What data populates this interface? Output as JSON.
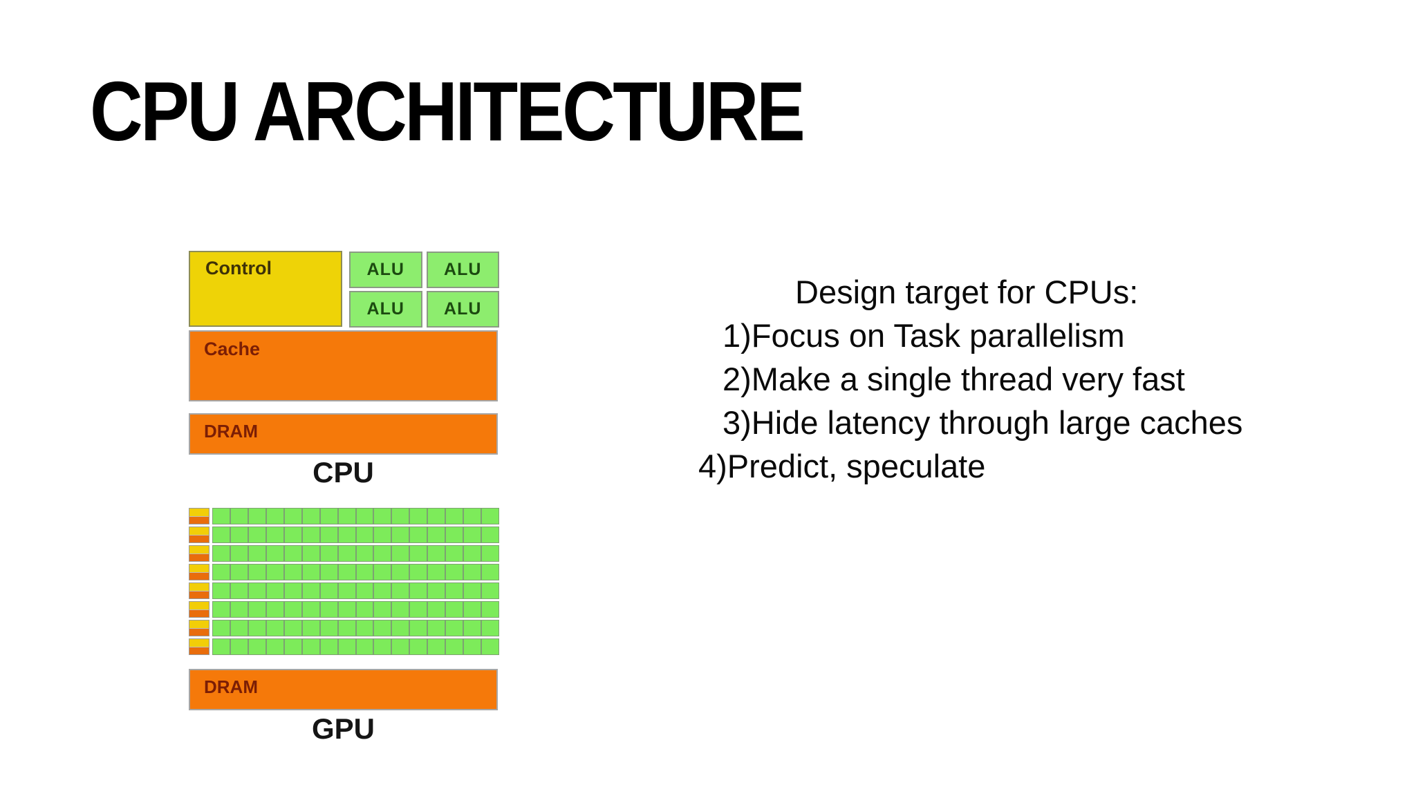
{
  "slide": {
    "title": "CPU ARCHITECTURE"
  },
  "cpu_diagram": {
    "caption": "CPU",
    "control_label": "Control",
    "alu_label": "ALU",
    "alu_count": 4,
    "cache_label": "Cache",
    "dram_label": "DRAM"
  },
  "gpu_diagram": {
    "caption": "GPU",
    "dram_label": "DRAM",
    "rows": 8,
    "columns": 16
  },
  "notes": {
    "heading": "Design target for CPUs:",
    "items": [
      "1)Focus on Task parallelism",
      "2)Make a single thread very fast",
      "3)Hide latency through large caches",
      "4)Predict, speculate"
    ]
  },
  "colors": {
    "title_color": "#000000",
    "orange": "#F5790A",
    "orange_text": "#7B1E05",
    "control_yellow": "#EED307",
    "control_text": "#3E3208",
    "alu_green": "#8DED6E",
    "alu_text": "#1C4A10",
    "gpu_green": "#7DEB5A",
    "cell_yellow": "#F2CE08",
    "cell_orange": "#E96D0C"
  }
}
